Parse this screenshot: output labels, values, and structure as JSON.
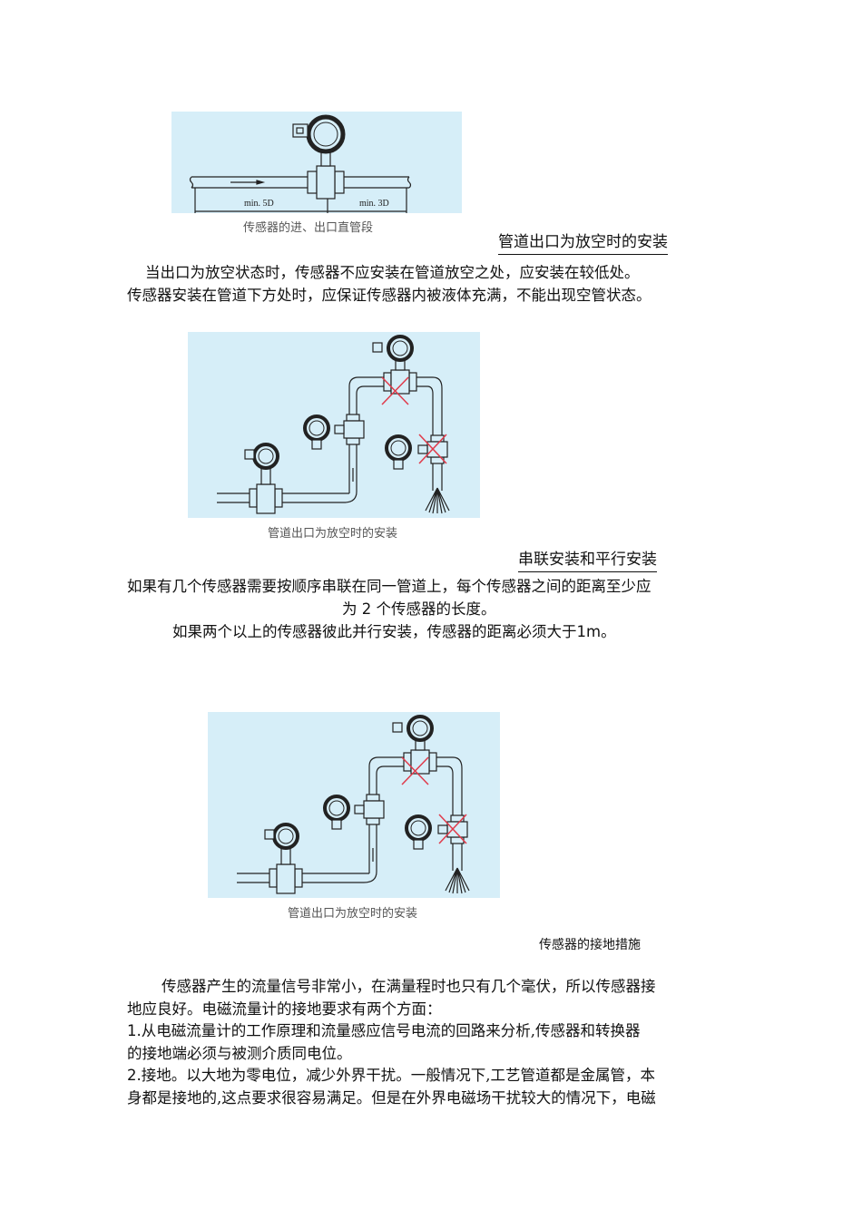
{
  "figure1": {
    "caption": "传感器的进、出口直管段",
    "label_inlet": "min. 5D",
    "label_outlet": "min. 3D",
    "background_color": "#d6eef8"
  },
  "section1": {
    "heading": "管道出口为放空时的安装",
    "paragraph_line1": "当出口为放空状态时，传感器不应安装在管道放空之处，应安装在较低处。",
    "paragraph_line2": "传感器安装在管道下方处时，应保证传感器内被液体充满，不能出现空管状态。"
  },
  "figure2": {
    "caption": "管道出口为放空时的安装",
    "cross_color": "#e03a4a"
  },
  "section2": {
    "heading": "串联安装和平行安装",
    "paragraph_line1": "如果有几个传感器需要按顺序串联在同一管道上，每个传感器之间的距离至少应",
    "paragraph_line2_pre": "为 ",
    "paragraph_line2_num": "2",
    "paragraph_line2_post": " 个传感器的长度。",
    "paragraph_line3_pre": "如果两个以上的传感器彼此并行安装，传感器的距离必须大于",
    "paragraph_line3_num": "1m",
    "paragraph_line3_post": "。"
  },
  "figure3": {
    "caption": "管道出口为放空时的安装"
  },
  "section3": {
    "heading": "传感器的接地措施",
    "paragraph1_line1": "传感器产生的流量信号非常小，在满量程时也只有几个毫伏，所以传感器接",
    "paragraph1_line2": "地应良好。电磁流量计的接地要求有两个方面：",
    "item1_num": "1.",
    "item1_line1": "从电磁流量计的工作原理和流量感应信号电流的回路来分析,传感器和转换器",
    "item1_line2": "的接地端必须与被测介质同电位。",
    "item2_num": "2.",
    "item2_line1": "接地。以大地为零电位，减少外界干扰。一般情况下,工艺管道都是金属管，本",
    "item2_line2": "身都是接地的,这点要求很容易满足。但是在外界电磁场干扰较大的情况下，电磁"
  }
}
